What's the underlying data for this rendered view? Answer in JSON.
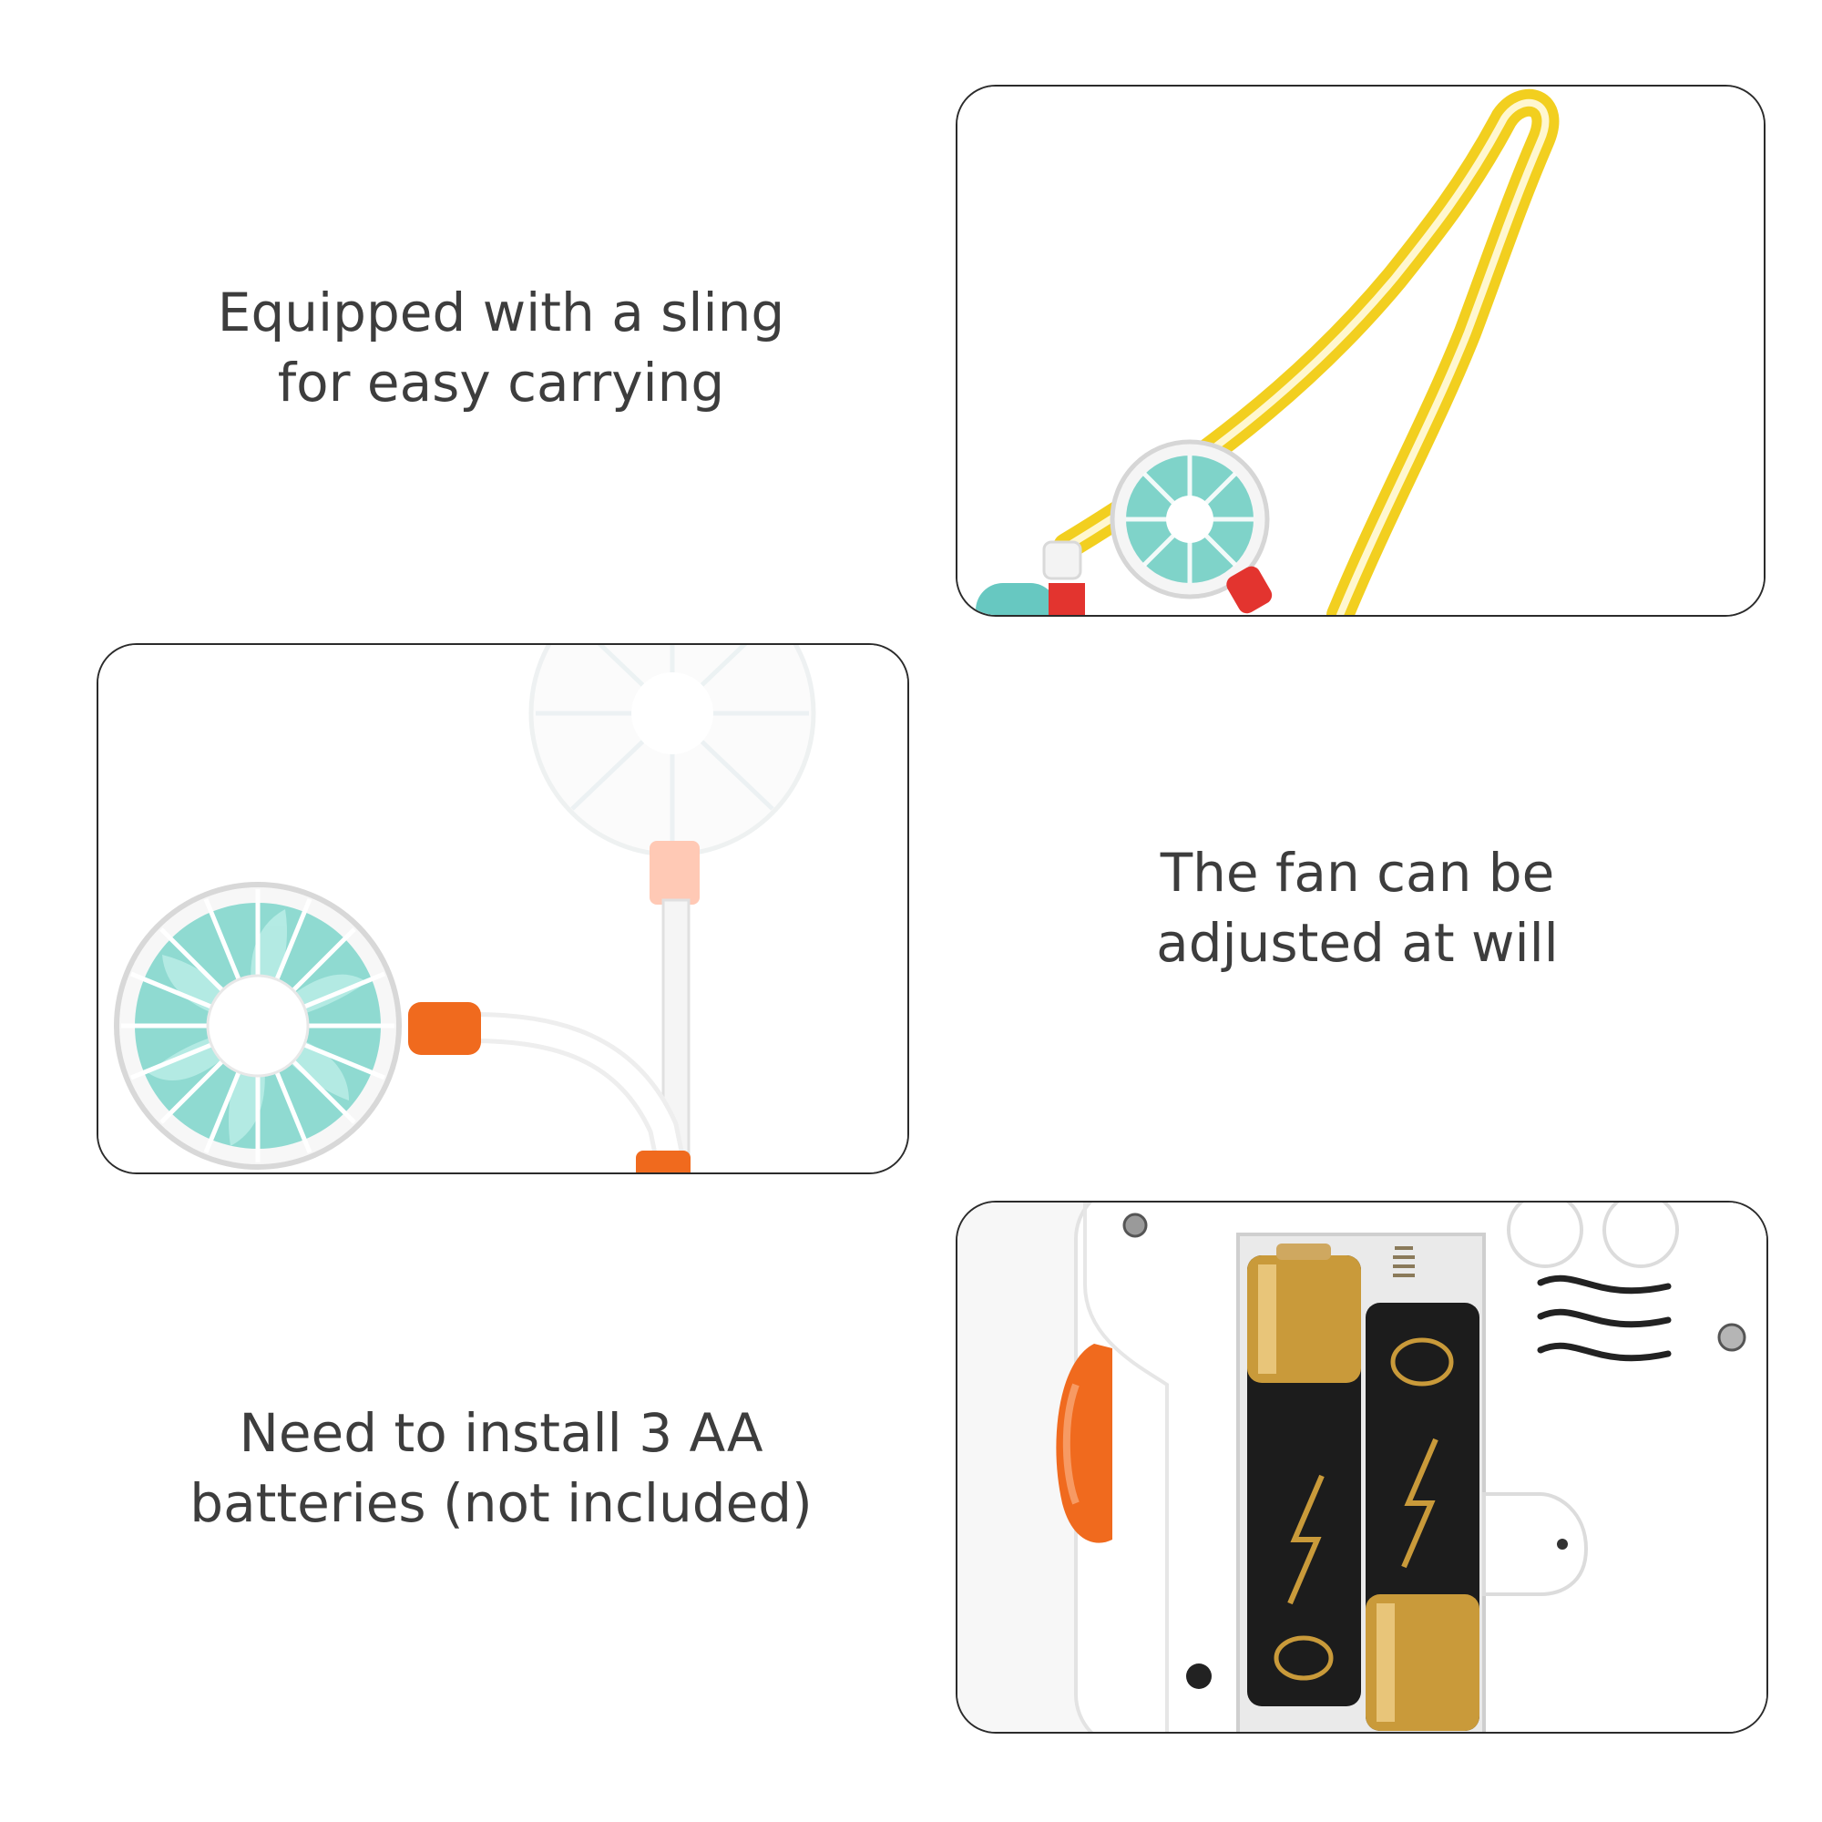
{
  "sections": [
    {
      "caption_lines": [
        "Equipped with a sling",
        "for easy carrying"
      ]
    },
    {
      "caption_lines": [
        "The fan can be",
        "adjusted at will"
      ]
    },
    {
      "caption_lines": [
        "Need to install 3 AA",
        "batteries (not included)"
      ]
    }
  ],
  "colors": {
    "text": "#3d3d3d",
    "panel_border": "#2b2b2b",
    "sling_yellow": "#f2cf1f",
    "fan_teal": "#7fd3c9",
    "accent_orange": "#f06a1e",
    "battery_gold": "#c99a3a",
    "battery_black": "#1c1c1c"
  },
  "icons": {
    "panel1": "neck-fan-with-sling",
    "panel2": "flexible-neck-fan",
    "panel3": "battery-compartment"
  }
}
